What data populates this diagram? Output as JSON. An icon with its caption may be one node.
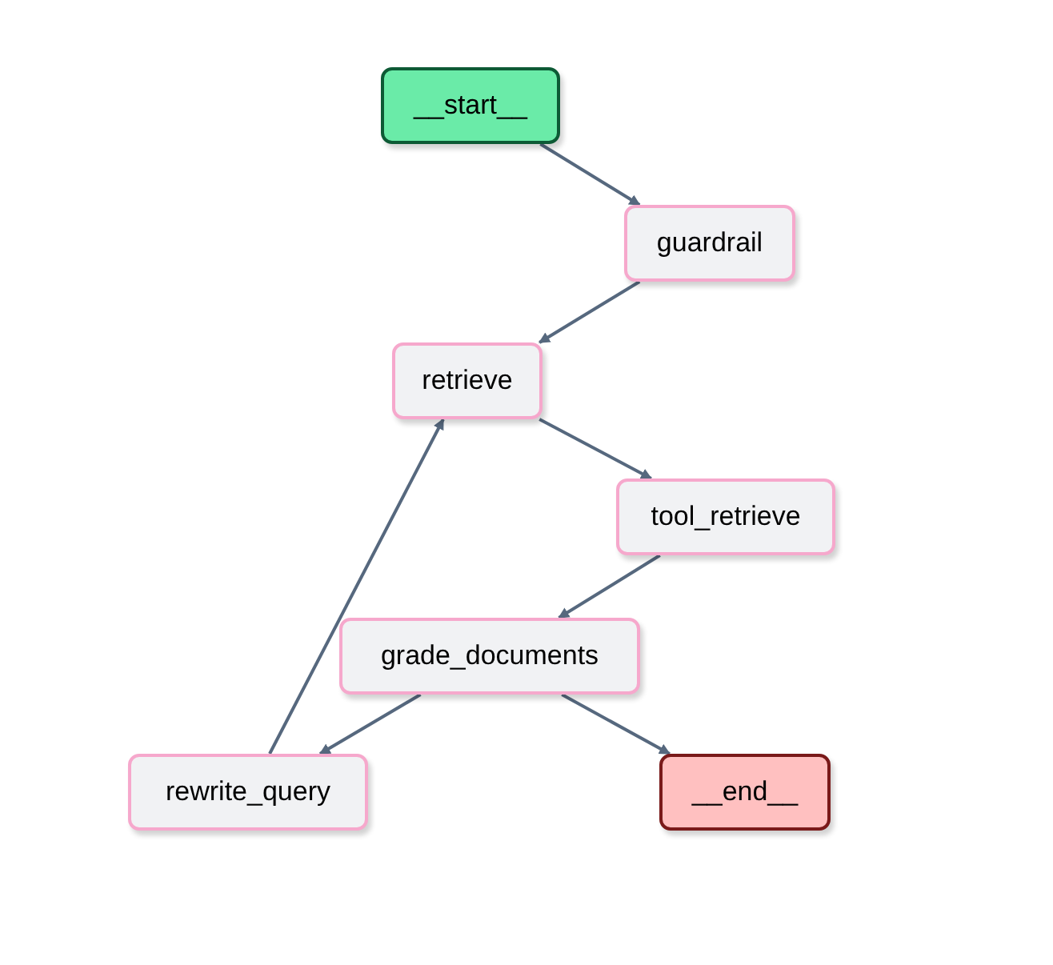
{
  "diagram": {
    "nodes": [
      {
        "text": [
          "__start__"
        ]
      },
      {
        "text": [
          "guardrail"
        ]
      },
      {
        "text": [
          "retrieve"
        ]
      },
      {
        "text": [
          "tool_retrieve"
        ]
      },
      {
        "text": [
          "grade_documents"
        ]
      },
      {
        "text": [
          "rewrite_query"
        ]
      },
      {
        "text": [
          "__end__"
        ]
      }
    ],
    "edges": [
      {
        "from": 0,
        "to": 1,
        "arrow": "to"
      },
      {
        "from": 1,
        "to": 2,
        "arrow": "to"
      },
      {
        "from": 2,
        "to": 3,
        "arrow": "to"
      },
      {
        "from": 3,
        "to": 4,
        "arrow": "to"
      },
      {
        "from": 4,
        "to": 5,
        "arrow": "to"
      },
      {
        "from": 4,
        "to": 6,
        "arrow": "to"
      },
      {
        "from": 5,
        "to": 2,
        "arrow": "to"
      }
    ]
  }
}
